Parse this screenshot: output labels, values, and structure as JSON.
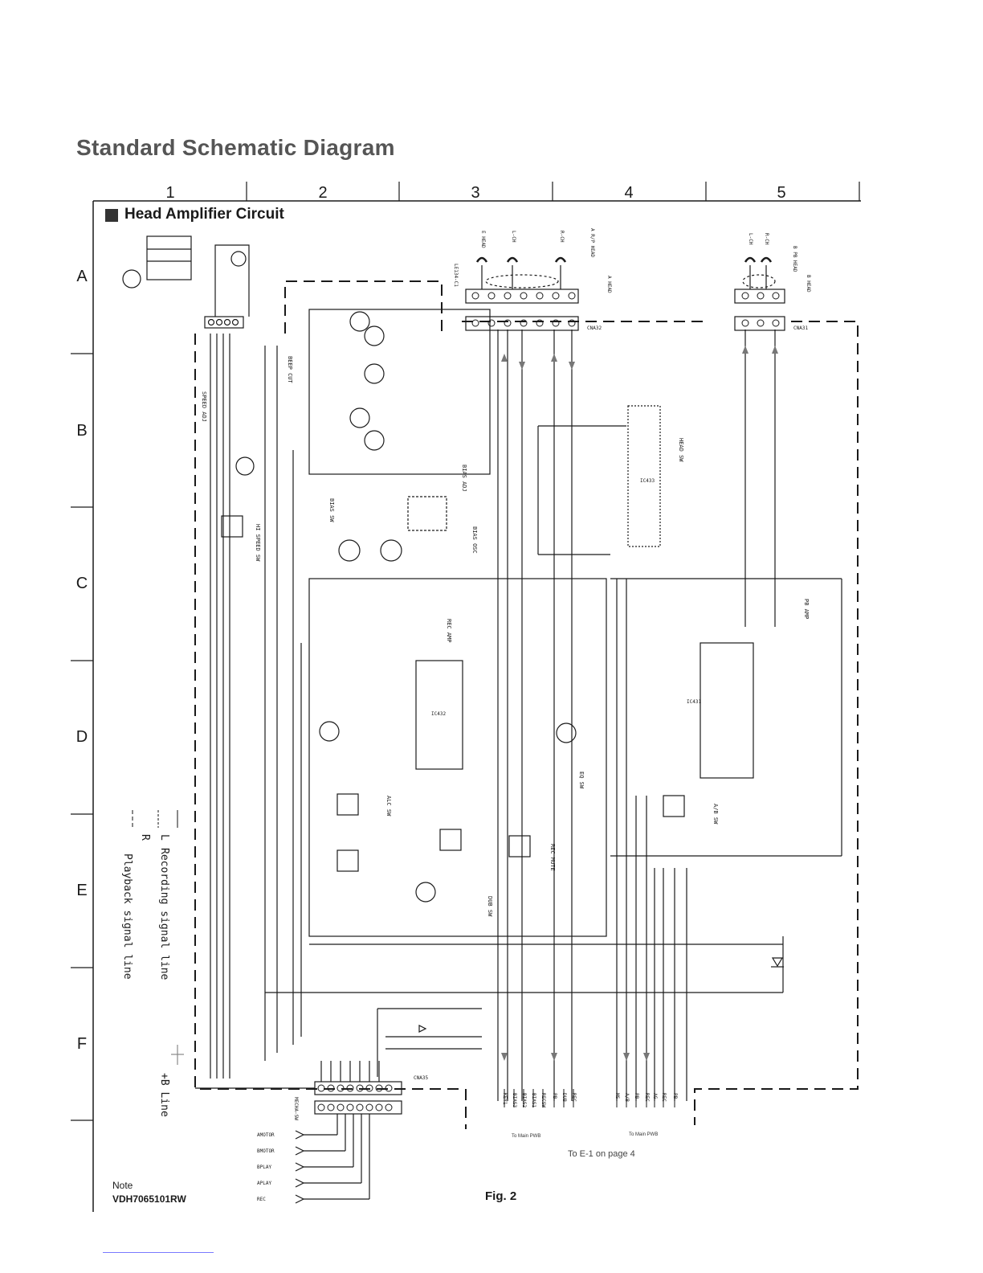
{
  "page": {
    "title": "Standard Schematic Diagram",
    "section_title": "Head Amplifier Circuit",
    "columns": [
      "1",
      "2",
      "3",
      "4",
      "5"
    ],
    "rows": [
      "A",
      "B",
      "C",
      "D",
      "E",
      "F"
    ]
  },
  "blocks": {
    "ic_labels": [
      "IC431",
      "IC432",
      "IC433"
    ],
    "functions": [
      "REC AMP",
      "PB AMP",
      "HEAD SW",
      "BIAS OSC",
      "BIAS SW",
      "HI SPEED SW",
      "ALC SW",
      "EQ SW",
      "A/B SW",
      "DUB SW",
      "REC MUTE",
      "BEEP CUT",
      "SPEED ADJ",
      "BIAS ADJ"
    ],
    "connectors": [
      "CNA31",
      "CNA32",
      "CNA35"
    ],
    "heads": [
      "A R/P HEAD",
      "B PB HEAD",
      "A HEAD",
      "B HEAD"
    ],
    "head_lines": [
      "E HEAD",
      "L-CH",
      "R-CH",
      "L-CH",
      "R-CH"
    ],
    "erase_head": "LE134-C1"
  },
  "bottom_pins": [
    "KEY1",
    "BIAS3",
    "BIAS2",
    "BIAS1",
    "RECSW",
    "PB",
    "DUB",
    "REC",
    "MS",
    "A/B",
    "PB",
    "REC",
    "AG",
    "REC",
    "PB"
  ],
  "mecha_labels": [
    "AMOTOR",
    "BMOTOR",
    "BPLAY",
    "APLAY",
    "REC"
  ],
  "mecha_sw": "MECHA-SW",
  "legend": {
    "rec_line": "Recording signal line",
    "pb_line": "Playback signal line",
    "b_line": "+B Line",
    "l": "L",
    "r": "R"
  },
  "bottom": {
    "to_main_1": "To Main PWB",
    "to_main_2": "To Main PWB",
    "to_e1": "To E-1 on page 4",
    "note_label": "Note",
    "note_code": "VDH7065101RW",
    "fig": "Fig. 2"
  },
  "colors": {
    "line": "#1a1a1a",
    "title": "#555555"
  }
}
